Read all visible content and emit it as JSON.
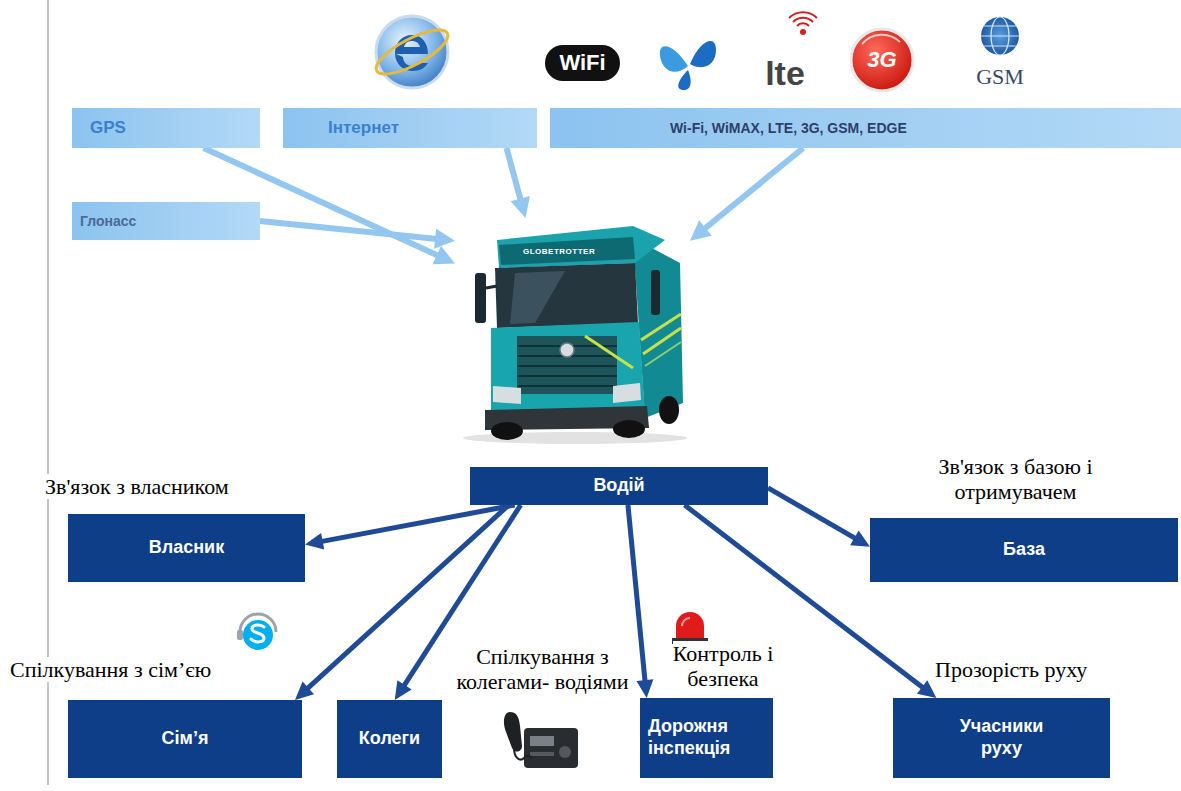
{
  "diagram": {
    "nodes": [
      {
        "text": [
          "GPS"
        ]
      },
      {
        "text": [
          "Інтернет"
        ]
      },
      {
        "text": [
          "Wi-Fi, WiMAX, LTE, 3G, GSM, EDGE"
        ]
      },
      {
        "text": [
          "Глонасс"
        ]
      },
      {
        "text": [
          "GLOBETROTTER"
        ]
      },
      {
        "text": [
          "Водій"
        ]
      },
      {
        "text": [
          "Зв'язок з власником",
          "Власник"
        ]
      },
      {
        "text": [
          "Зв'язок з базою і отримувачем",
          "База"
        ]
      },
      {
        "text": [
          "Спілкування з сім’єю",
          "Сім’я"
        ]
      },
      {
        "text": [
          "Спілкування з колегами- водіями",
          "Колеги"
        ]
      },
      {
        "text": [
          "Контроль і безпека",
          "Дорожня інспекція"
        ]
      },
      {
        "text": [
          "Прозорість руху",
          "Учасники руху"
        ]
      }
    ],
    "edges": [
      {
        "from": 0,
        "to": 4,
        "arrow": "to"
      },
      {
        "from": 1,
        "to": 4,
        "arrow": "to"
      },
      {
        "from": 2,
        "to": 4,
        "arrow": "to"
      },
      {
        "from": 3,
        "to": 4,
        "arrow": "to"
      },
      {
        "from": 5,
        "to": 6,
        "arrow": "to"
      },
      {
        "from": 5,
        "to": 7,
        "arrow": "to"
      },
      {
        "from": 5,
        "to": 8,
        "arrow": "to"
      },
      {
        "from": 5,
        "to": 9,
        "arrow": "to"
      },
      {
        "from": 5,
        "to": 10,
        "arrow": "to"
      },
      {
        "from": 5,
        "to": 11,
        "arrow": "to"
      }
    ],
    "labels": [
      "WiFi",
      "lte",
      "3G",
      "GSM"
    ]
  }
}
